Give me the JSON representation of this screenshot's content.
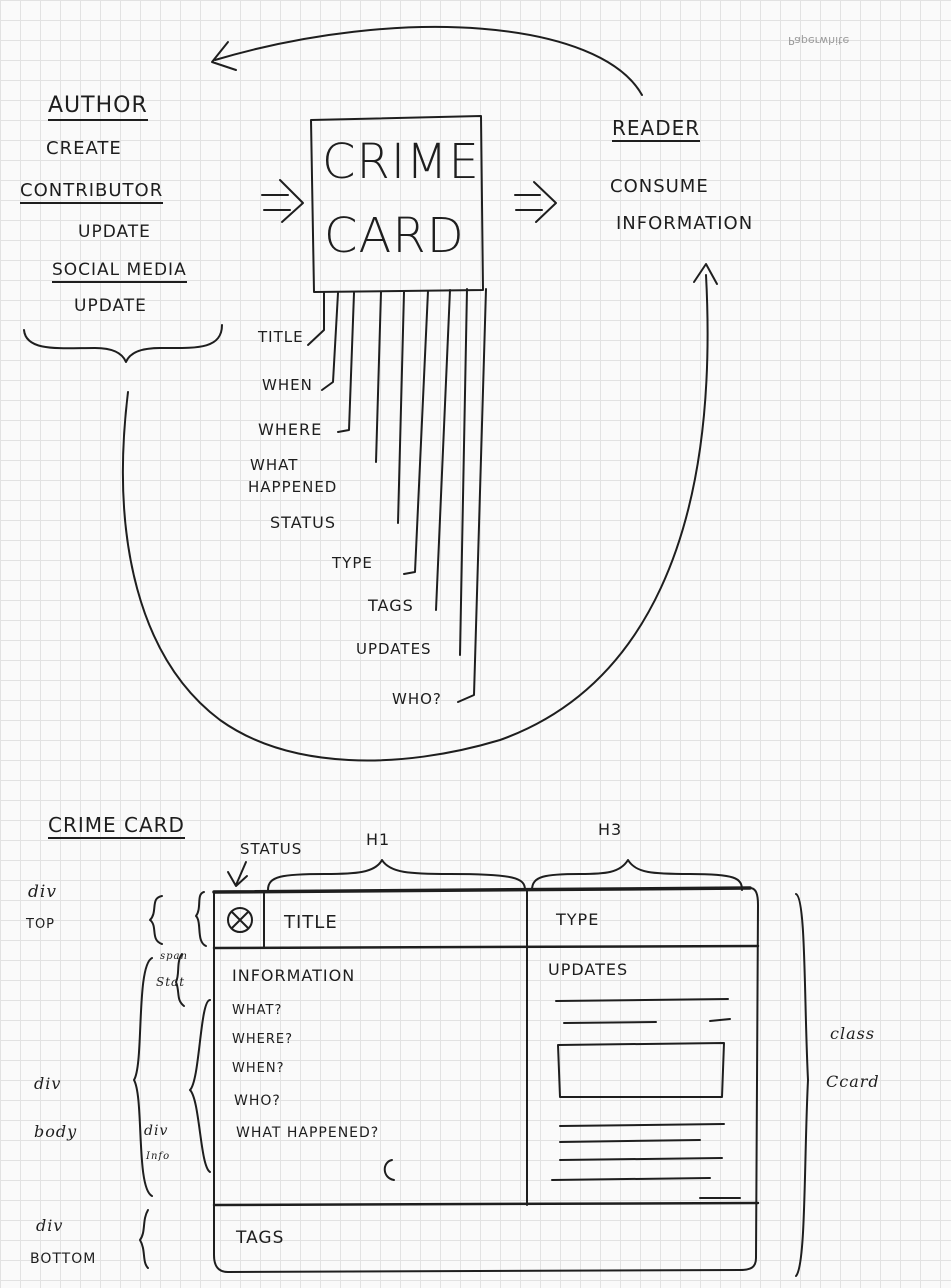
{
  "watermark": "Paperwhite",
  "author": {
    "heading": "AUTHOR",
    "create": "CREATE",
    "contributor": "CONTRIBUTOR",
    "contributor_update": "UPDATE",
    "social_media": "SOCIAL MEDIA",
    "social_update": "UPDATE"
  },
  "center_box": {
    "line1": "CRIME",
    "line2": "CARD"
  },
  "reader": {
    "heading": "READER",
    "line1": "CONSUME",
    "line2": "INFORMATION"
  },
  "fields": [
    "TITLE",
    "WHEN",
    "WHERE",
    "WHAT",
    "HAPPENED",
    "STATUS",
    "TYPE",
    "TAGS",
    "UPDATES",
    "WHO?"
  ],
  "wireframe": {
    "heading": "CRIME CARD",
    "status_label": "STATUS",
    "h1_label": "H1",
    "h3_label": "H3",
    "div_top": [
      "div",
      "TOP"
    ],
    "div_body": [
      "div",
      "body"
    ],
    "div_bottom": [
      "div",
      "BOTTOM"
    ],
    "div_info": [
      "div",
      "Info"
    ],
    "span_status": [
      "span",
      "Stat"
    ],
    "class_label": [
      "class",
      "Ccard"
    ],
    "title": "TITLE",
    "type": "TYPE",
    "information": "INFORMATION",
    "questions": [
      "WHAT?",
      "WHERE?",
      "WHEN?",
      "WHO?",
      "WHAT HAPPENED?"
    ],
    "updates": "UPDATES",
    "tags": "TAGS"
  }
}
